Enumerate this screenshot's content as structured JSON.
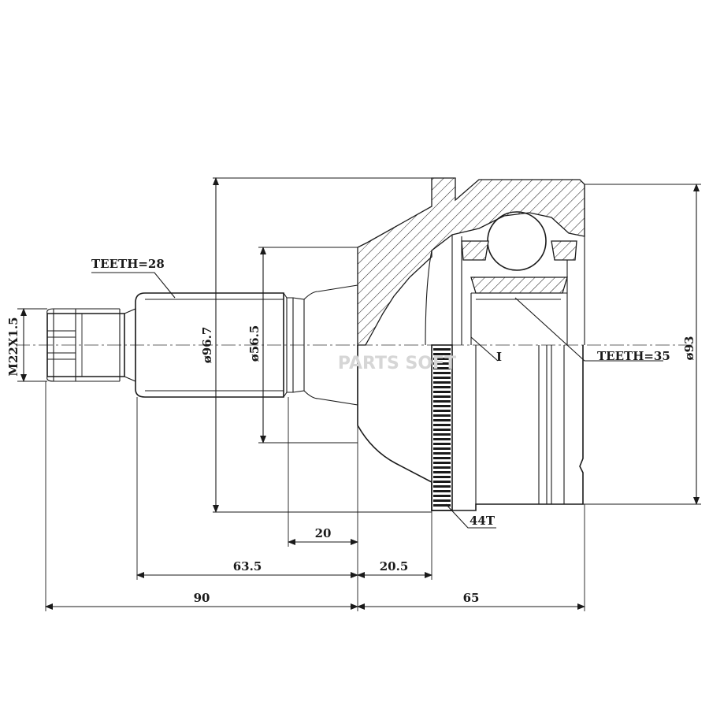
{
  "labels": {
    "thread": "M22X1.5",
    "shaft_teeth": "TEETH=28",
    "dia_outer_shaft": "ø96.7",
    "dia_inner_shaft": "ø56.5",
    "housing_teeth": "TEETH=35",
    "section_mark": "I",
    "dia_housing": "ø93",
    "abs_ring": "44T",
    "dim_20": "20",
    "dim_63_5": "63.5",
    "dim_20_5": "20.5",
    "dim_90": "90",
    "dim_65": "65"
  },
  "watermark": "PARTS SOFT",
  "colors": {
    "line": "#1a1a1a",
    "watermark": "#d6d6d6",
    "background": "#ffffff"
  }
}
